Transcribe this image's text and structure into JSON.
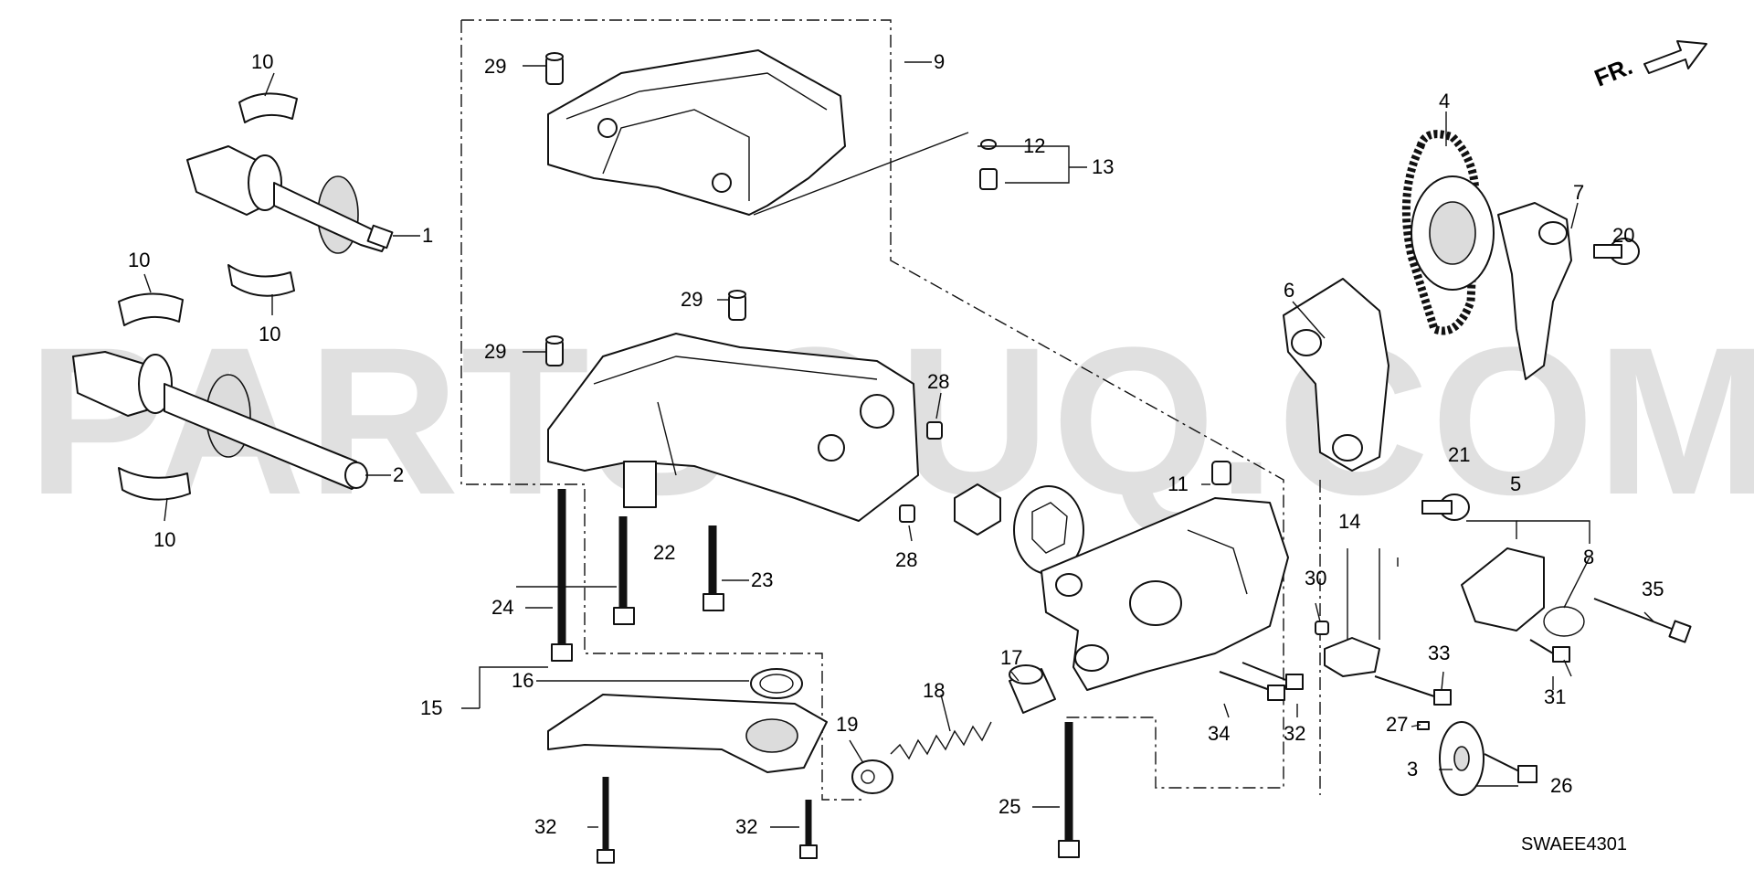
{
  "watermark": "PARTSOUQ.COM",
  "front_indicator": "FR.",
  "diagram_code": "SWAEE4301",
  "callouts": {
    "n1": "1",
    "n2": "2",
    "n3": "3",
    "n4": "4",
    "n5": "5",
    "n6": "6",
    "n7": "7",
    "n8": "8",
    "n9": "9",
    "n10": "10",
    "n11": "11",
    "n12": "12",
    "n13": "13",
    "n14": "14",
    "n15": "15",
    "n16": "16",
    "n17": "17",
    "n18": "18",
    "n19": "19",
    "n20": "20",
    "n21": "21",
    "n22": "22",
    "n23": "23",
    "n24": "24",
    "n25": "25",
    "n26": "26",
    "n27": "27",
    "n28": "28",
    "n29": "29",
    "n30": "30",
    "n31": "31",
    "n32": "32",
    "n33": "33",
    "n34": "34",
    "n35": "35"
  }
}
